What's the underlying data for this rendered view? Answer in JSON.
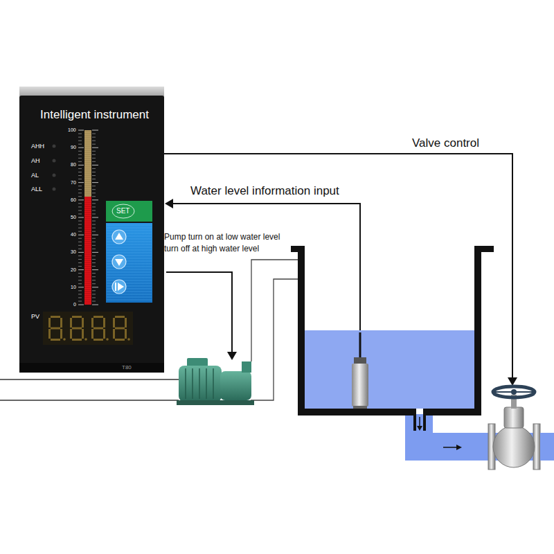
{
  "diagram": {
    "nodes": [
      {
        "text": [
          "Intelligent instrument"
        ]
      },
      {
        "text": [
          "SET"
        ],
        "in": 0
      }
    ],
    "labels": [
      "AHH",
      "AH",
      "AL",
      "ALL",
      "100",
      "90",
      "80",
      "70",
      "60",
      "50",
      "40",
      "30",
      "20",
      "10",
      "0",
      "Valve control",
      "Water level information input",
      "Pump turn on at low water level turn off at high water level",
      "PV",
      "T80"
    ]
  }
}
